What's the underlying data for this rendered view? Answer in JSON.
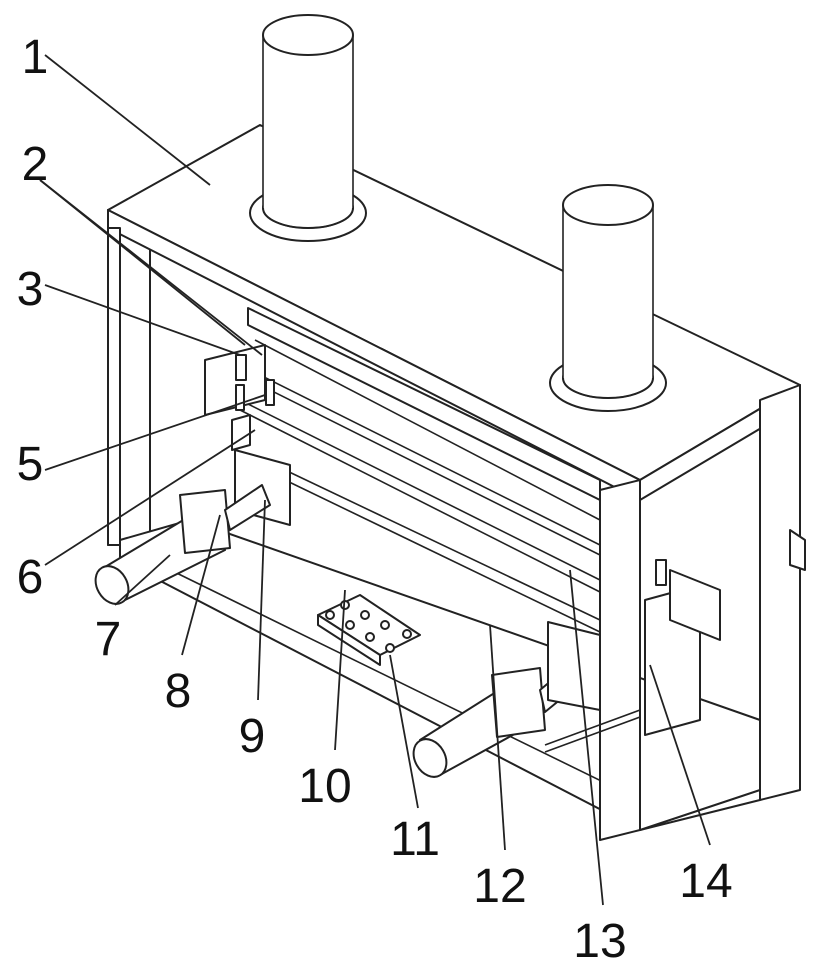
{
  "figure": {
    "labels": [
      "1",
      "2",
      "3",
      "5",
      "6",
      "7",
      "8",
      "9",
      "10",
      "11",
      "12",
      "13",
      "14"
    ]
  }
}
